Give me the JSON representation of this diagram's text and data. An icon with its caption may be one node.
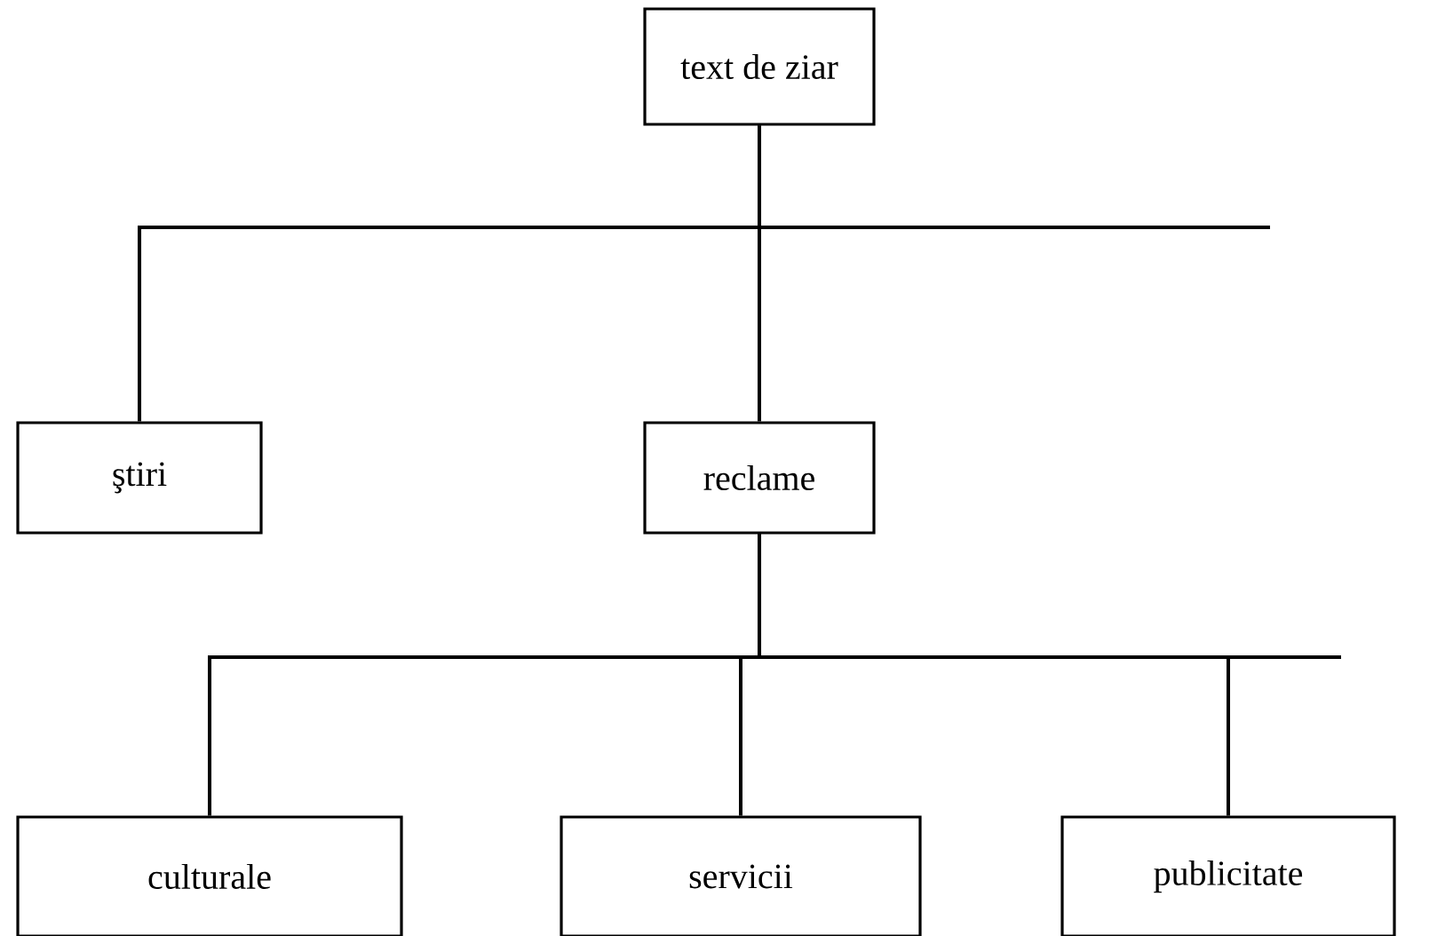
{
  "diagram": {
    "nodes": [
      {
        "text": [
          "text de ziar"
        ]
      },
      {
        "text": [
          "ştiri"
        ]
      },
      {
        "text": [
          "reclame"
        ]
      },
      {
        "text": [
          "culturale"
        ]
      },
      {
        "text": [
          "servicii"
        ]
      },
      {
        "text": [
          "publicitate"
        ]
      }
    ],
    "edges": [
      {
        "from": 0,
        "to": 1,
        "arrow": "none"
      },
      {
        "from": 0,
        "to": 2,
        "arrow": "none"
      },
      {
        "from": 2,
        "to": 3,
        "arrow": "none"
      },
      {
        "from": 2,
        "to": 4,
        "arrow": "none"
      },
      {
        "from": 2,
        "to": 5,
        "arrow": "none"
      }
    ]
  }
}
